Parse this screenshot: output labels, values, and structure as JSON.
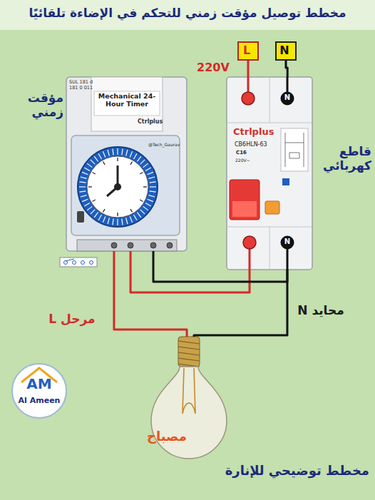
{
  "diagram": {
    "title": "مخطط توصيل مؤقت زمني للتحكم في الإضاءة تلقائيًا",
    "nodes": [
      {
        "text": [
          "L"
        ]
      },
      {
        "text": [
          "N"
        ]
      },
      {
        "text": [
          "مؤقت زمني",
          "Mechanical 24-Hour Timer",
          "Ctrlplus"
        ]
      },
      {
        "text": [
          "قاطع كهربائي",
          "Ctrlplus",
          "CB6HLN-63",
          "C16"
        ]
      },
      {
        "text": [
          "مصباح"
        ]
      }
    ],
    "edges": [
      {
        "from": 0,
        "to": 3,
        "arrow": "none"
      },
      {
        "from": 1,
        "to": 3,
        "arrow": "none"
      },
      {
        "from": 3,
        "to": 2,
        "arrow": "none"
      },
      {
        "from": 3,
        "to": 2,
        "arrow": "none"
      },
      {
        "from": 2,
        "to": 4,
        "label": "مرحل L",
        "arrow": "none"
      },
      {
        "from": 3,
        "to": 4,
        "label": "محايد N",
        "arrow": "none"
      }
    ],
    "labels": [
      "220V",
      "SUL 181 d",
      "181 0 011",
      "@Tech_Gaurav",
      "N",
      "N",
      "220V~",
      "AM",
      "Al Ameen",
      "مخطط توضيحي للإنارة"
    ]
  }
}
